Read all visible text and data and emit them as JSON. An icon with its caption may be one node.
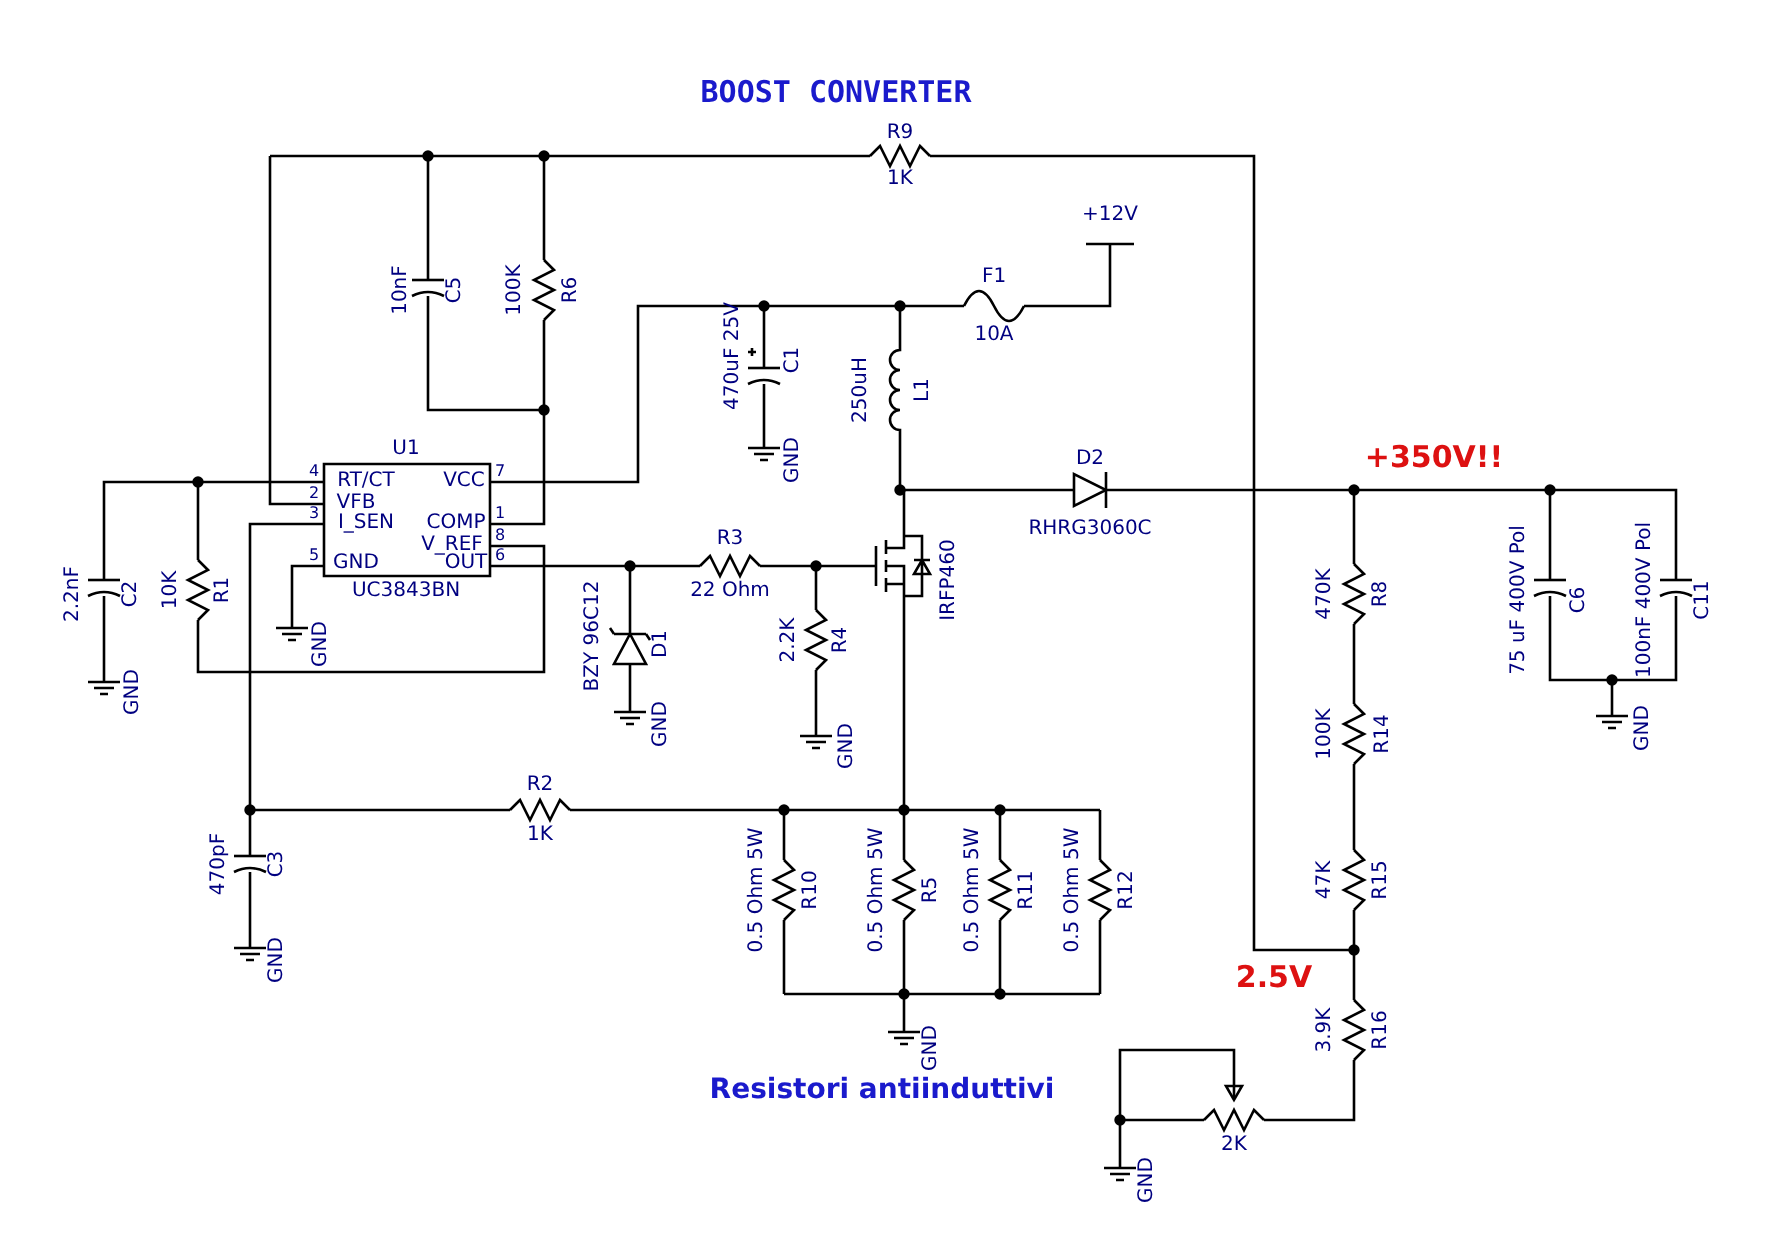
{
  "diagram": {
    "title": "BOOST CONVERTER",
    "labels": [
      "R9",
      "1K",
      "+12V",
      "10nF",
      "C5",
      "100K",
      "R6",
      "F1",
      "10A",
      "470uF 25V",
      "C1",
      "250uH",
      "L1",
      "GND",
      "U1",
      "4",
      "RT/CT",
      "2",
      "VFB",
      "3",
      "I_SEN",
      "5",
      "GND",
      "VCC",
      "7",
      "COMP",
      "1",
      "V_REF",
      "8",
      "OUT",
      "6",
      "UC3843BN",
      "D2",
      "RHRG3060C",
      "+350V!!",
      "2.2nF",
      "C2",
      "10K",
      "R1",
      "GND",
      "R3",
      "22 Ohm",
      "IRFP460",
      "470K",
      "R8",
      "75 uF 400V Pol",
      "C6",
      "100nF 400V Pol",
      "C11",
      "BZY 96C12",
      "D1",
      "2.2K",
      "R4",
      "GND",
      "GND",
      "GND",
      "100K",
      "R14",
      "GND",
      "R2",
      "1K",
      "470pF",
      "C3",
      "0.5 Ohm 5W",
      "R10",
      "0.5 Ohm 5W",
      "R5",
      "0.5 Ohm 5W",
      "R11",
      "0.5 Ohm 5W",
      "R12",
      "47K",
      "R15",
      "GND",
      "2.5V",
      "GND",
      "3.9K",
      "R16",
      "Resistori antiinduttivi",
      "2K",
      "GND"
    ]
  }
}
